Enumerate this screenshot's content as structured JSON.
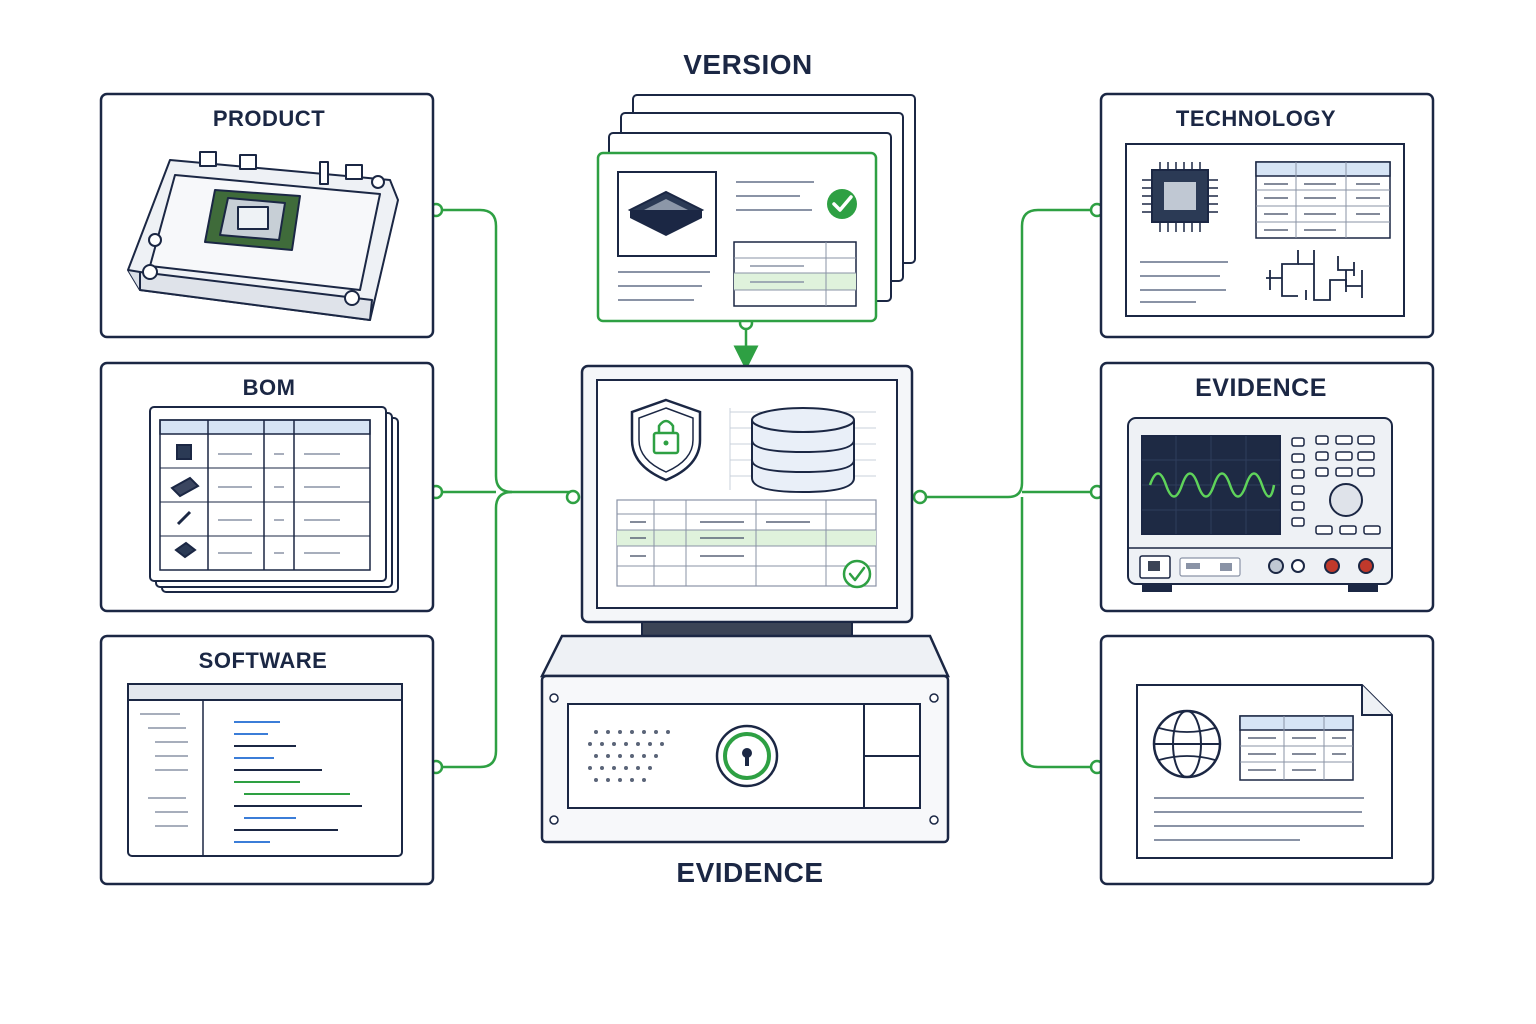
{
  "labels": {
    "product": "PRODUCT",
    "bom": "BOM",
    "software": "SOFTWARE",
    "version": "VERSION",
    "evidence_center": "EVIDENCE",
    "technology": "TECHNOLOGY",
    "evidence_right": "EVIDENCE"
  },
  "colors": {
    "ink": "#1b2744",
    "accent_green": "#2ea043",
    "table_header_blue": "#d6e4f5",
    "highlight_green": "#dff2dc",
    "screen_dark": "#1e2a44",
    "wave_green": "#5fd35a",
    "panel_fill": "#f4f6f9"
  },
  "icons": {
    "product": "power-module-icon",
    "bom": "bom-table-icon",
    "software": "code-editor-icon",
    "version": "chip-document-stack-icon",
    "center": "secure-evidence-server-icon",
    "technology": "chip-datasheet-icon",
    "evidence_right": "oscilloscope-icon",
    "bottom_right": "globe-document-icon"
  }
}
